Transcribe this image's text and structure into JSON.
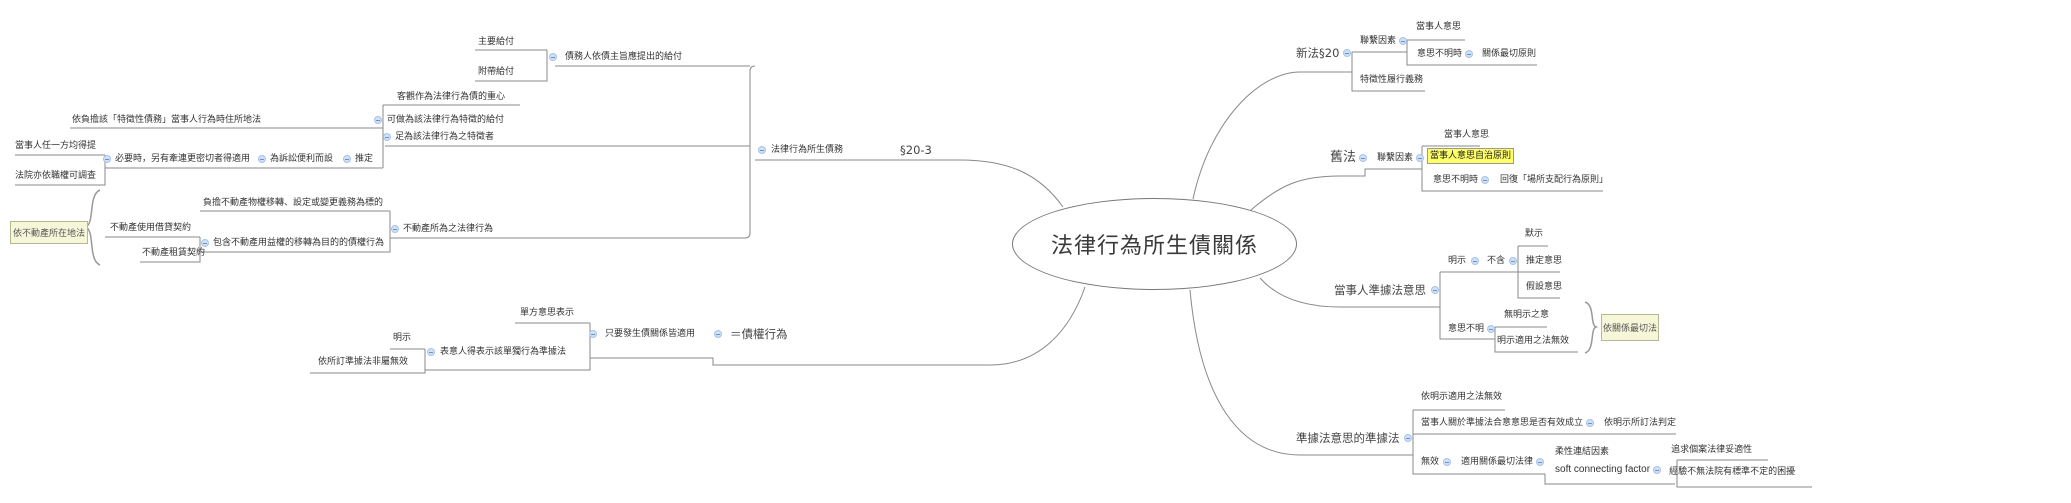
{
  "root": "法律行為所生債關係",
  "nodes": {
    "s203": "§20-3",
    "flxw": "法律行為所生債務",
    "zwr": "債務人依債主旨應提出的給付",
    "zygf": "主要給付",
    "fdgf": "附帶給付",
    "zwgt": "足為該法律行為之特徵者",
    "kgzw": "客觀作為法律行為債的重心",
    "kzw": "可做為該法律行為特徵的給付",
    "yfd": "依負擔該「特徵性債務」當事人行為時住所地法",
    "td": "推定",
    "wss": "為訴訟便利而設",
    "byz": "必要時，另有牽連更密切者得適用",
    "dsr": "當事人任一方均得提",
    "fy": "法院亦依職權可調查",
    "bdc": "不動產所為之法律行為",
    "fdbd": "負擔不動產物權移轉、設定或變更義務為標的",
    "bhbd": "包含不動產用益權的移轉為目的的債權行為",
    "sydj": "不動產使用借貸契約",
    "zlqy": "不動產租賃契約",
    "zqxw": "＝債權行為",
    "zyfs": "只要發生債關係皆適用",
    "dfys": "單方意思表示",
    "byr": "表意人得表示該單獨行為準據法",
    "ms1": "明示",
    "ysd": "依所訂準據法非屬無效",
    "xf": "新法§20",
    "lxys1": "聯繫因素",
    "dsrys1": "當事人意思",
    "ysbm1": "意思不明時",
    "gxzq": "關係最切原則",
    "tzx": "特徵性履行義務",
    "jf": "舊法",
    "lxys2": "聯繫因素",
    "dsrys2": "當事人意思",
    "zzyz": "當事人意思自治原則",
    "ysbm2": "意思不明時",
    "hf": "回復「場所支配行為原則」",
    "dsrzj": "當事人準據法意思",
    "ms2": "明示",
    "bh": "不含",
    "ms3": "默示",
    "tdys": "推定意思",
    "jsys": "假設意思",
    "ysbm3": "意思不明",
    "wmsz": "無明示之意",
    "msdy": "明示適用之法無效",
    "zjfys": "準據法意思的準據法",
    "ymsw": "依明示適用之法無效",
    "dsrgy": "當事人關於準據法合意意思是否有效成立",
    "ymsd": "依明示所訂法判定",
    "wx": "無效",
    "sygx": "適用關係最切法律",
    "rxlj": "柔性連結因素",
    "soft": "soft connecting factor",
    "zqga": "追求個案法律妥適性",
    "jybw": "經驗不無法院有標準不定的困擾"
  },
  "notes": {
    "bdcszd": "依不動產所在地法",
    "ygxzq": "依關係最切法"
  },
  "colors": {
    "line": "#777777",
    "highlight": "#ffff66",
    "note_bg": "#f6f6d9",
    "toggle": "#cfe0f7"
  }
}
